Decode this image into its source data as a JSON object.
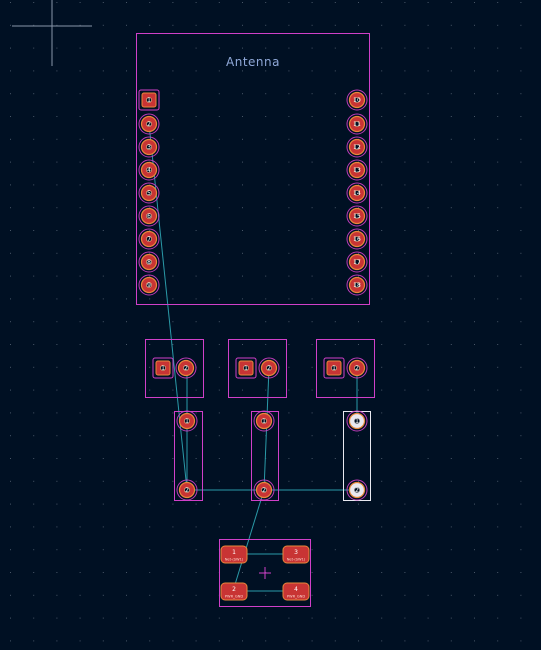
{
  "board": {
    "background": "#001023",
    "grid_color": "#5a6878",
    "courtyard_color": "#d040c8",
    "pad_color": "#c83434",
    "pad_ring_color": "#e8883c",
    "ratsnest_color": "#2a9aa8",
    "label_color": "#8fa8d8",
    "cursor_color": "#8896a8",
    "anchor_color": "#d040c8"
  },
  "module": {
    "label": "Antenna",
    "left_pads": [
      "1",
      "2",
      "3",
      "4",
      "5",
      "6",
      "7",
      "8",
      "9"
    ],
    "right_pads": [
      "10",
      "11",
      "12",
      "13",
      "14",
      "15",
      "16",
      "17",
      "18"
    ]
  },
  "headers": [
    {
      "name": "header-left",
      "pads": [
        "1",
        "2"
      ]
    },
    {
      "name": "header-middle",
      "pads": [
        "1",
        "2"
      ]
    },
    {
      "name": "header-right",
      "pads": [
        "1",
        "2"
      ]
    }
  ],
  "vertical_parts": [
    {
      "name": "part-left",
      "pads": [
        "1",
        "2"
      ],
      "selected": false
    },
    {
      "name": "part-middle",
      "pads": [
        "1",
        "2"
      ],
      "selected": false
    },
    {
      "name": "part-right",
      "pads": [
        "1",
        "2"
      ],
      "selected": true
    }
  ],
  "switch": {
    "pads": [
      {
        "num": "1",
        "net": "Net-(SW1)"
      },
      {
        "num": "3",
        "net": "Net-(SW1)"
      },
      {
        "num": "2",
        "net": "PWR_GND"
      },
      {
        "num": "4",
        "net": "PWR_GND"
      }
    ]
  }
}
